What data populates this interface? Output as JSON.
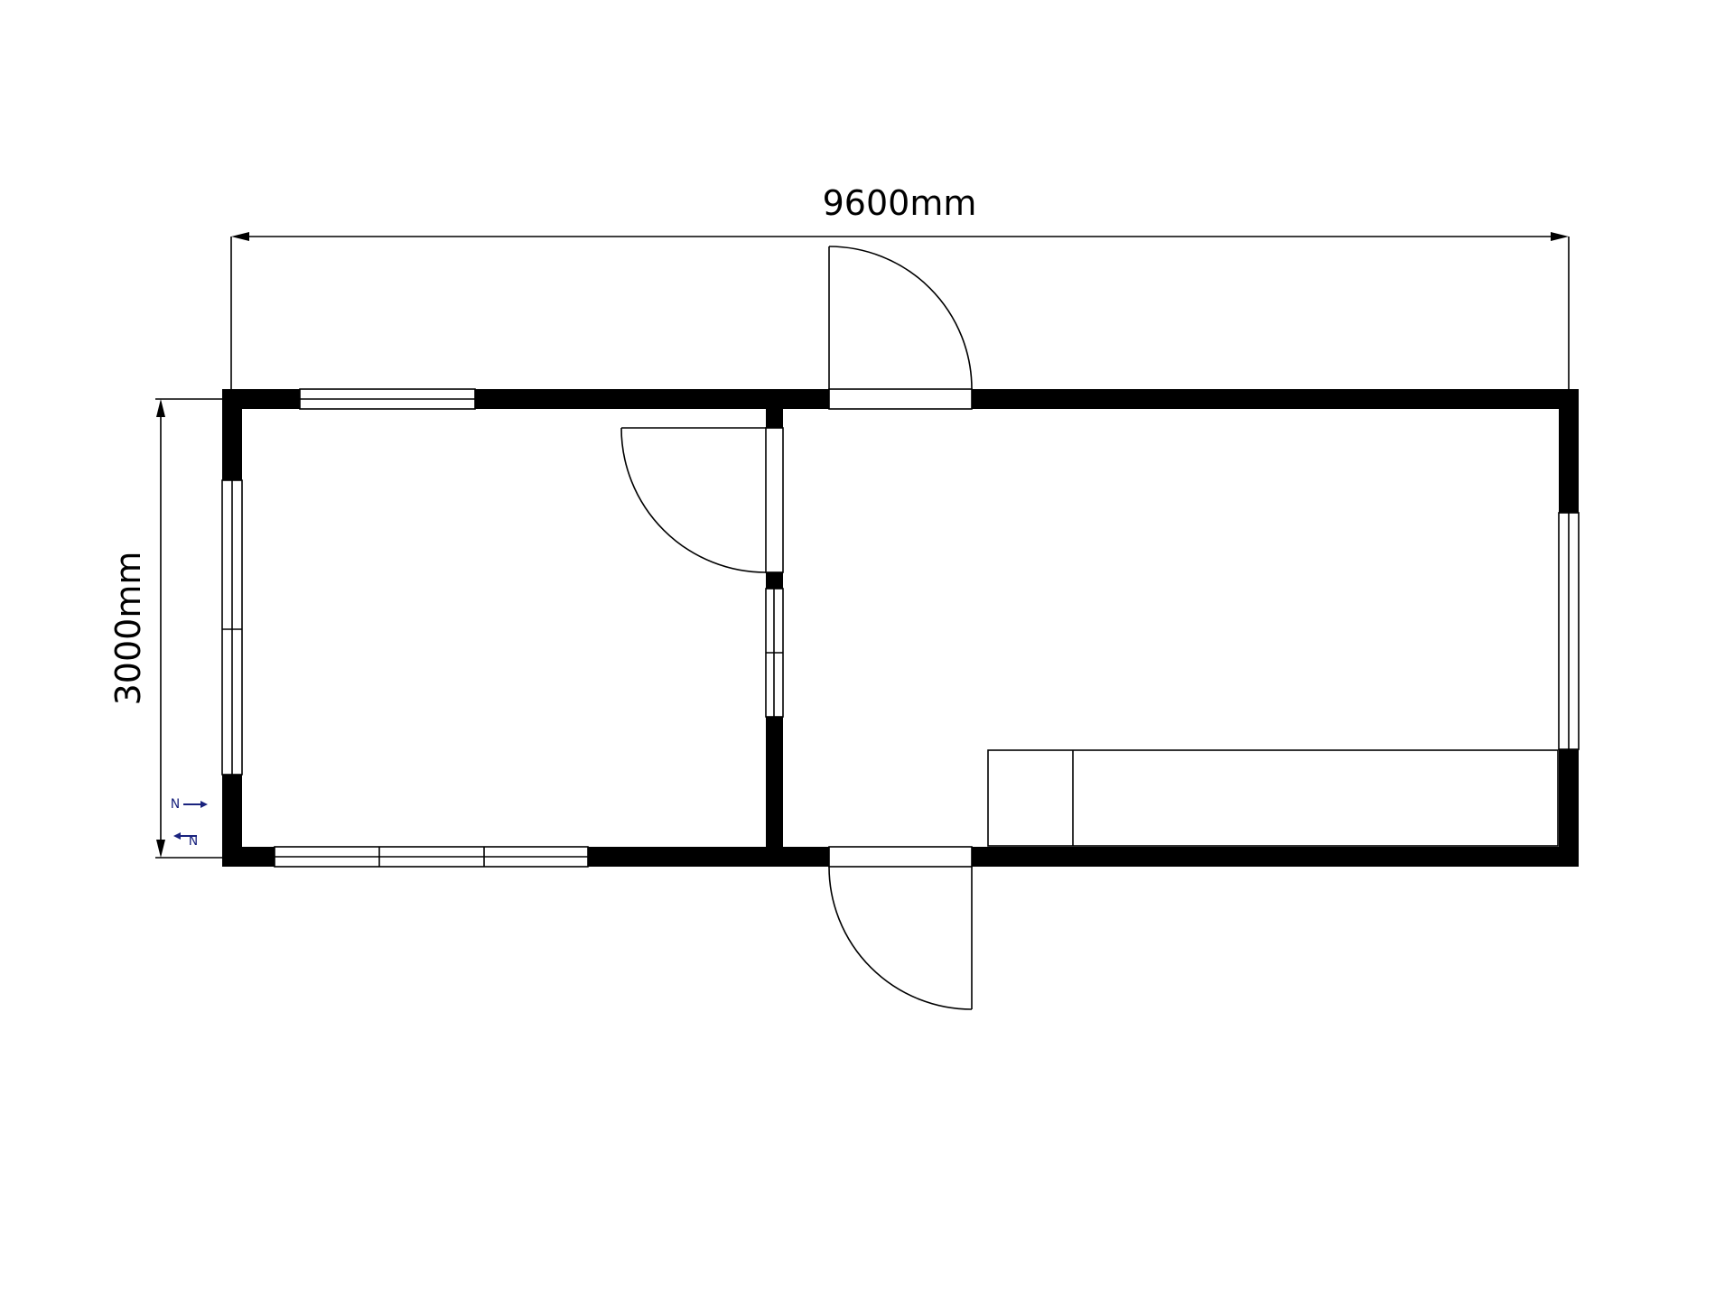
{
  "plan": {
    "width_label": "9600mm",
    "height_label": "3000mm",
    "legend": {
      "glyph_top": "N",
      "glyph_bottom": "N",
      "color": "#1a237e"
    },
    "colors": {
      "wall": "#000000",
      "background": "#ffffff",
      "line": "#000000"
    }
  }
}
